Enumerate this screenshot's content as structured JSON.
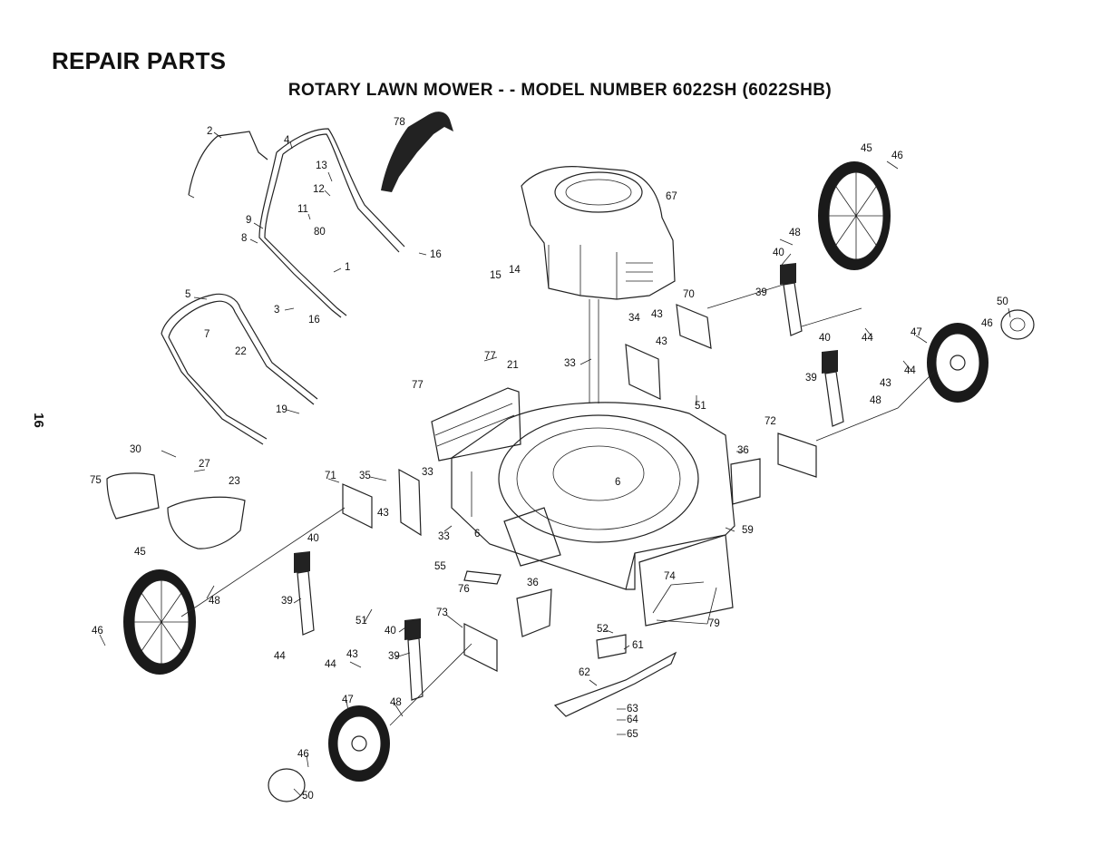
{
  "header": {
    "title": "REPAIR PARTS",
    "subtitle": "ROTARY LAWN MOWER - - MODEL NUMBER 6022SH (6022SHB)"
  },
  "page_number": "16",
  "callouts": [
    {
      "id": "c2",
      "text": "2"
    },
    {
      "id": "c4",
      "text": "4"
    },
    {
      "id": "c78",
      "text": "78"
    },
    {
      "id": "c13",
      "text": "13"
    },
    {
      "id": "c12",
      "text": "12"
    },
    {
      "id": "c11",
      "text": "11"
    },
    {
      "id": "c9",
      "text": "9"
    },
    {
      "id": "c8",
      "text": "8"
    },
    {
      "id": "c80",
      "text": "80"
    },
    {
      "id": "c16a",
      "text": "16"
    },
    {
      "id": "c1",
      "text": "1"
    },
    {
      "id": "c3",
      "text": "3"
    },
    {
      "id": "c16b",
      "text": "16"
    },
    {
      "id": "c5",
      "text": "5"
    },
    {
      "id": "c7",
      "text": "7"
    },
    {
      "id": "c22",
      "text": "22"
    },
    {
      "id": "c19",
      "text": "19"
    },
    {
      "id": "c15",
      "text": "15"
    },
    {
      "id": "c14",
      "text": "14"
    },
    {
      "id": "c67",
      "text": "67"
    },
    {
      "id": "c45a",
      "text": "45"
    },
    {
      "id": "c46a",
      "text": "46"
    },
    {
      "id": "c48a",
      "text": "48"
    },
    {
      "id": "c40a",
      "text": "40"
    },
    {
      "id": "c70",
      "text": "70"
    },
    {
      "id": "c39a",
      "text": "39"
    },
    {
      "id": "c50a",
      "text": "50"
    },
    {
      "id": "c46b",
      "text": "46"
    },
    {
      "id": "c47a",
      "text": "47"
    },
    {
      "id": "c44a",
      "text": "44"
    },
    {
      "id": "c44b",
      "text": "44"
    },
    {
      "id": "c43a",
      "text": "43"
    },
    {
      "id": "c40b",
      "text": "40"
    },
    {
      "id": "c39b",
      "text": "39"
    },
    {
      "id": "c48b",
      "text": "48"
    },
    {
      "id": "c43b",
      "text": "43"
    },
    {
      "id": "c34",
      "text": "34"
    },
    {
      "id": "c43c",
      "text": "43"
    },
    {
      "id": "c33a",
      "text": "33"
    },
    {
      "id": "c77a",
      "text": "77"
    },
    {
      "id": "c21",
      "text": "21"
    },
    {
      "id": "c77b",
      "text": "77"
    },
    {
      "id": "c51a",
      "text": "51"
    },
    {
      "id": "c72",
      "text": "72"
    },
    {
      "id": "c36a",
      "text": "36"
    },
    {
      "id": "c30",
      "text": "30"
    },
    {
      "id": "c27",
      "text": "27"
    },
    {
      "id": "c75",
      "text": "75"
    },
    {
      "id": "c23",
      "text": "23"
    },
    {
      "id": "c71",
      "text": "71"
    },
    {
      "id": "c35",
      "text": "35"
    },
    {
      "id": "c33b",
      "text": "33"
    },
    {
      "id": "c6a",
      "text": "6"
    },
    {
      "id": "c43d",
      "text": "43"
    },
    {
      "id": "c6b",
      "text": "6"
    },
    {
      "id": "c33c",
      "text": "33"
    },
    {
      "id": "c55",
      "text": "55"
    },
    {
      "id": "c59",
      "text": "59"
    },
    {
      "id": "c45b",
      "text": "45"
    },
    {
      "id": "c40c",
      "text": "40"
    },
    {
      "id": "c48c",
      "text": "48"
    },
    {
      "id": "c39c",
      "text": "39"
    },
    {
      "id": "c51b",
      "text": "51"
    },
    {
      "id": "c76",
      "text": "76"
    },
    {
      "id": "c36b",
      "text": "36"
    },
    {
      "id": "c74",
      "text": "74"
    },
    {
      "id": "c79",
      "text": "79"
    },
    {
      "id": "c46c",
      "text": "46"
    },
    {
      "id": "c44c",
      "text": "44"
    },
    {
      "id": "c73",
      "text": "73"
    },
    {
      "id": "c40d",
      "text": "40"
    },
    {
      "id": "c52",
      "text": "52"
    },
    {
      "id": "c61",
      "text": "61"
    },
    {
      "id": "c43e",
      "text": "43"
    },
    {
      "id": "c44d",
      "text": "44"
    },
    {
      "id": "c39d",
      "text": "39"
    },
    {
      "id": "c62",
      "text": "62"
    },
    {
      "id": "c47b",
      "text": "47"
    },
    {
      "id": "c48d",
      "text": "48"
    },
    {
      "id": "c63",
      "text": "63"
    },
    {
      "id": "c64",
      "text": "64"
    },
    {
      "id": "c65",
      "text": "65"
    },
    {
      "id": "c46d",
      "text": "46"
    },
    {
      "id": "c50b",
      "text": "50"
    }
  ]
}
